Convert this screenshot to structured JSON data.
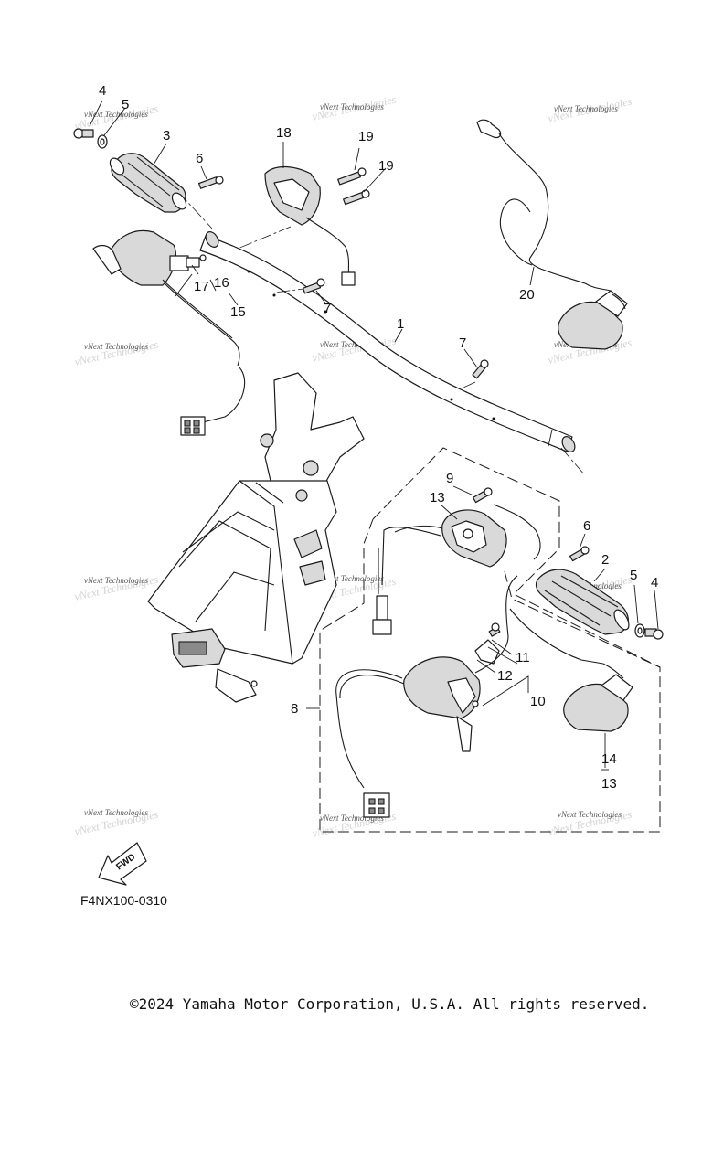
{
  "diagram": {
    "reference_code": "F4NX100-0310",
    "copyright": "©2024 Yamaha Motor Corporation, U.S.A. All rights reserved.",
    "watermark": "vNext Technologies",
    "fwd_label": "FWD",
    "callouts": [
      "1",
      "2",
      "3",
      "4",
      "4",
      "5",
      "5",
      "6",
      "6",
      "7",
      "7",
      "8",
      "9",
      "10",
      "11",
      "12",
      "13",
      "13",
      "14",
      "15",
      "16",
      "17",
      "18",
      "19",
      "19",
      "20"
    ]
  }
}
